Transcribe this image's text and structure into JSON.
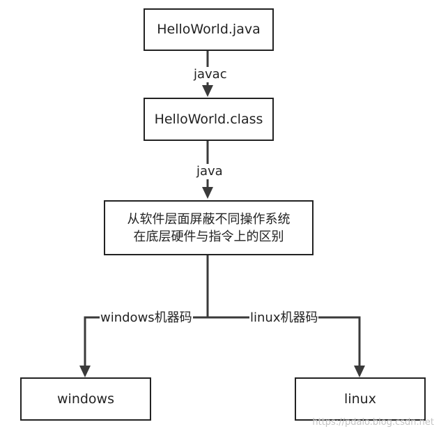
{
  "nodes": {
    "source": "HelloWorld.java",
    "bytecode": "HelloWorld.class",
    "jvm_line1": "从软件层面屏蔽不同操作系统",
    "jvm_line2": "在底层硬件与指令上的区别",
    "windows": "windows",
    "linux": "linux"
  },
  "edges": {
    "compile": "javac",
    "run": "java",
    "to_windows": "windows机器码",
    "to_linux": "linux机器码"
  },
  "watermark": "https://pdalo.blog.csdn.net"
}
